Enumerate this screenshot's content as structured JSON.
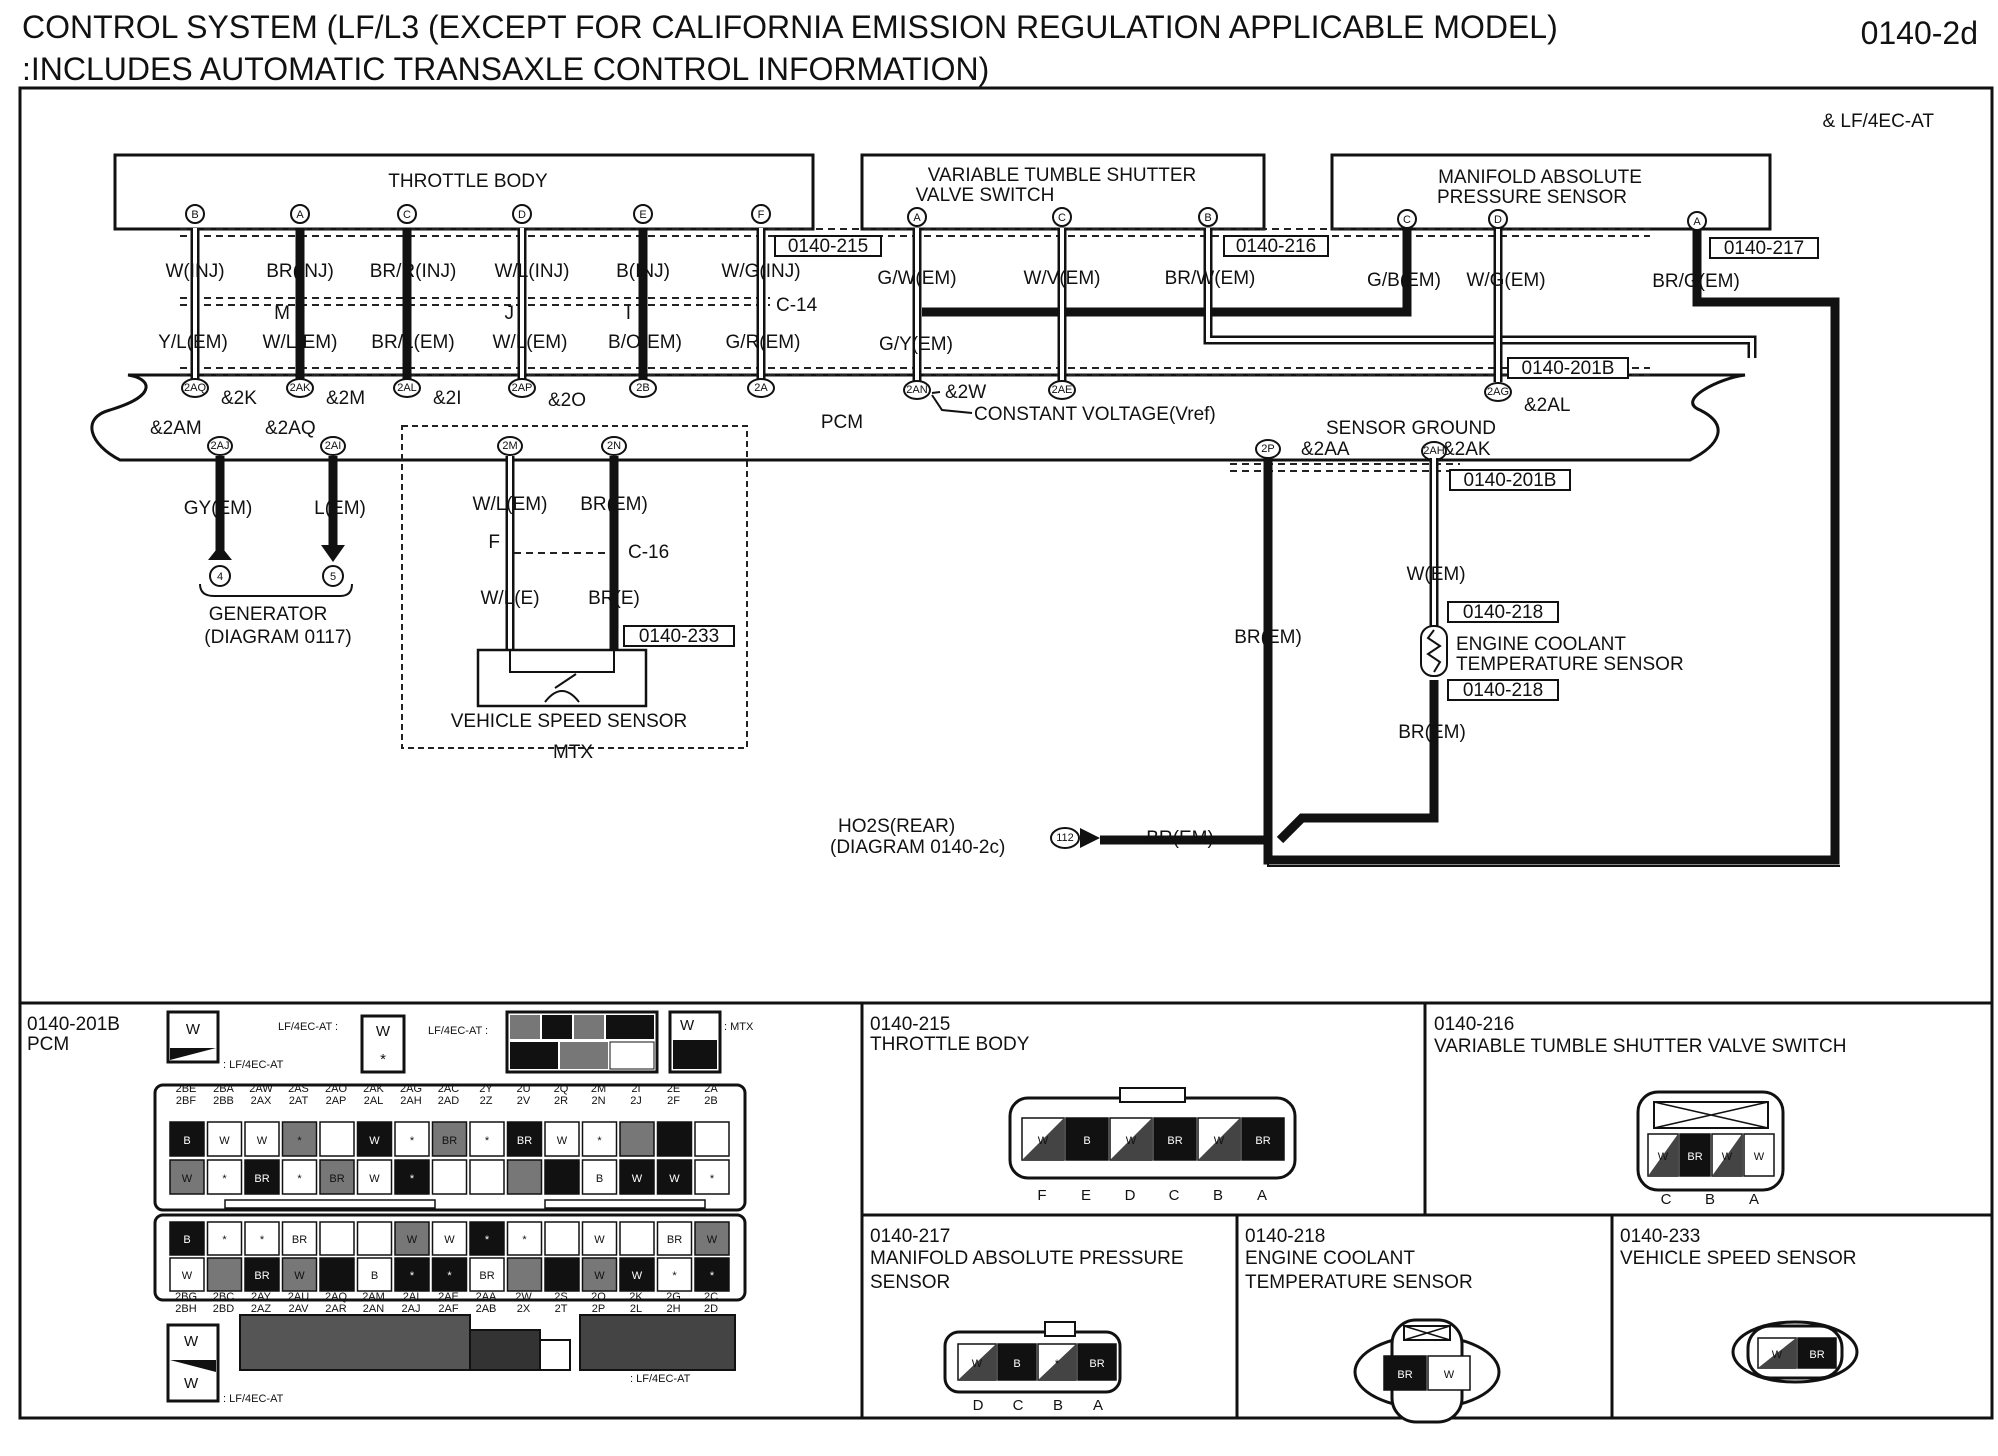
{
  "header": {
    "title_line1": "CONTROL SYSTEM (LF/L3 (EXCEPT FOR CALIFORNIA EMISSION REGULATION APPLICABLE MODEL)",
    "title_line2": ":INCLUDES AUTOMATIC TRANSAXLE CONTROL INFORMATION)",
    "page_ref": "0140-2d"
  },
  "variant_note": "& LF/4EC-AT",
  "components": {
    "throttle_body": "THROTTLE BODY",
    "vtsv_line1": "VARIABLE TUMBLE SHUTTER",
    "vtsv_line2": "VALVE SWITCH",
    "map_line1": "MANIFOLD ABSOLUTE",
    "map_line2": "PRESSURE SENSOR",
    "pcm": "PCM",
    "generator_line1": "GENERATOR",
    "generator_line2": "(DIAGRAM 0117)",
    "vss": "VEHICLE SPEED SENSOR",
    "mtx": "MTX",
    "ect_line1": "ENGINE COOLANT",
    "ect_line2": "TEMPERATURE SENSOR",
    "ho2s_line1": "HO2S(REAR)",
    "ho2s_line2": "(DIAGRAM 0140-2c)",
    "constant_voltage": "CONSTANT VOLTAGE(Vref)",
    "sensor_ground": "SENSOR GROUND"
  },
  "pins": {
    "tb": [
      "B",
      "A",
      "C",
      "D",
      "E",
      "F"
    ],
    "vtsv": [
      "A",
      "C",
      "B"
    ],
    "map": [
      "C",
      "D",
      "A"
    ],
    "pcm_top": [
      "2AQ",
      "2AK",
      "2AL",
      "2AP",
      "2B",
      "2A",
      "2AN",
      "2AE",
      "2AG"
    ],
    "pcm_bottom": [
      "2AJ",
      "2AI",
      "2M",
      "2N",
      "2P",
      "2AH"
    ],
    "gen": [
      "4",
      "5"
    ],
    "ho2s": "112"
  },
  "wires": {
    "tb_upper": [
      "W(INJ)",
      "BR(INJ)",
      "BR/R(INJ)",
      "W/L(INJ)",
      "B(INJ)",
      "W/G(INJ)"
    ],
    "tb_lower": [
      "Y/L(EM)",
      "W/L(EM)",
      "BR/L(EM)",
      "W/L(EM)",
      "B/O(EM)",
      "G/R(EM)"
    ],
    "splice_marks": [
      "M",
      "J",
      "I"
    ],
    "vtsv": [
      "G/W(EM)",
      "W/V(EM)",
      "BR/W(EM)"
    ],
    "vtsv_lower": "G/Y(EM)",
    "map": [
      "G/B(EM)",
      "W/G(EM)",
      "BR/G(EM)"
    ],
    "gen": [
      "GY(EM)",
      "L(EM)"
    ],
    "vss_upper": [
      "W/L(EM)",
      "BR(EM)"
    ],
    "vss_lower": [
      "W/L(E)",
      "BR(E)"
    ],
    "vss_splice": "F",
    "ect_upper": "W(EM)",
    "ect_lower": "BR(EM)",
    "ground": "BR(EM)",
    "ho2s": "BR(EM)"
  },
  "terminals": {
    "t2K": "&2K",
    "t2M": "&2M",
    "t2I": "&2I",
    "t2O": "&2O",
    "t2W": "&2W",
    "t2AL": "&2AL",
    "t2AM": "&2AM",
    "t2AQ": "&2AQ",
    "t2AA": "&2AA",
    "t2AK": "&2AK"
  },
  "connector_refs": {
    "r215": "0140-215",
    "r216": "0140-216",
    "r217": "0140-217",
    "r201b_a": "0140-201B",
    "r201b_b": "0140-201B",
    "r233": "0140-233",
    "r218_a": "0140-218",
    "r218_b": "0140-218",
    "c14": "C-14",
    "c16": "C-16"
  },
  "views": {
    "pcm": {
      "ref": "0140-201B",
      "name": "PCM",
      "notes": [
        ": LF/4EC-AT",
        "LF/4EC-AT :",
        "LF/4EC-AT :",
        ": MTX",
        ": LF/4EC-AT",
        ": LF/4EC-AT"
      ],
      "row1": [
        "2BE",
        "2BA",
        "2AW",
        "2AS",
        "2AO",
        "2AK",
        "2AG",
        "2AC",
        "2Y",
        "2U",
        "2Q",
        "2M",
        "2I",
        "2E",
        "2A"
      ],
      "row2": [
        "2BF",
        "2BB",
        "2AX",
        "2AT",
        "2AP",
        "2AL",
        "2AH",
        "2AD",
        "2Z",
        "2V",
        "2R",
        "2N",
        "2J",
        "2F",
        "2B"
      ],
      "row3": [
        "2BG",
        "2BC",
        "2AY",
        "2AU",
        "2AQ",
        "2AM",
        "2AI",
        "2AE",
        "2AA",
        "2W",
        "2S",
        "2O",
        "2K",
        "2G",
        "2C"
      ],
      "row4": [
        "2BH",
        "2BD",
        "2AZ",
        "2AV",
        "2AR",
        "2AN",
        "2AJ",
        "2AF",
        "2AB",
        "2X",
        "2T",
        "2P",
        "2L",
        "2H",
        "2D"
      ]
    },
    "tb": {
      "ref": "0140-215",
      "name": "THROTTLE BODY",
      "cells": [
        "W",
        "B",
        "W",
        "BR",
        "W",
        "BR"
      ],
      "pins": [
        "F",
        "E",
        "D",
        "C",
        "B",
        "A"
      ]
    },
    "vtsv": {
      "ref": "0140-216",
      "name": "VARIABLE TUMBLE SHUTTER VALVE SWITCH",
      "cells": [
        "W",
        "BR",
        "W",
        "W"
      ],
      "pins": [
        "C",
        "B",
        "A"
      ]
    },
    "map": {
      "ref": "0140-217",
      "name1": "MANIFOLD ABSOLUTE PRESSURE",
      "name2": "SENSOR",
      "cells": [
        "W",
        "B",
        "*",
        "BR"
      ],
      "pins": [
        "D",
        "C",
        "B",
        "A"
      ]
    },
    "ect": {
      "ref": "0140-218",
      "name1": "ENGINE COOLANT",
      "name2": "TEMPERATURE SENSOR",
      "cells": [
        "BR",
        "W"
      ]
    },
    "vss": {
      "ref": "0140-233",
      "name": "VEHICLE SPEED SENSOR",
      "cells": [
        "W",
        "BR"
      ]
    }
  }
}
